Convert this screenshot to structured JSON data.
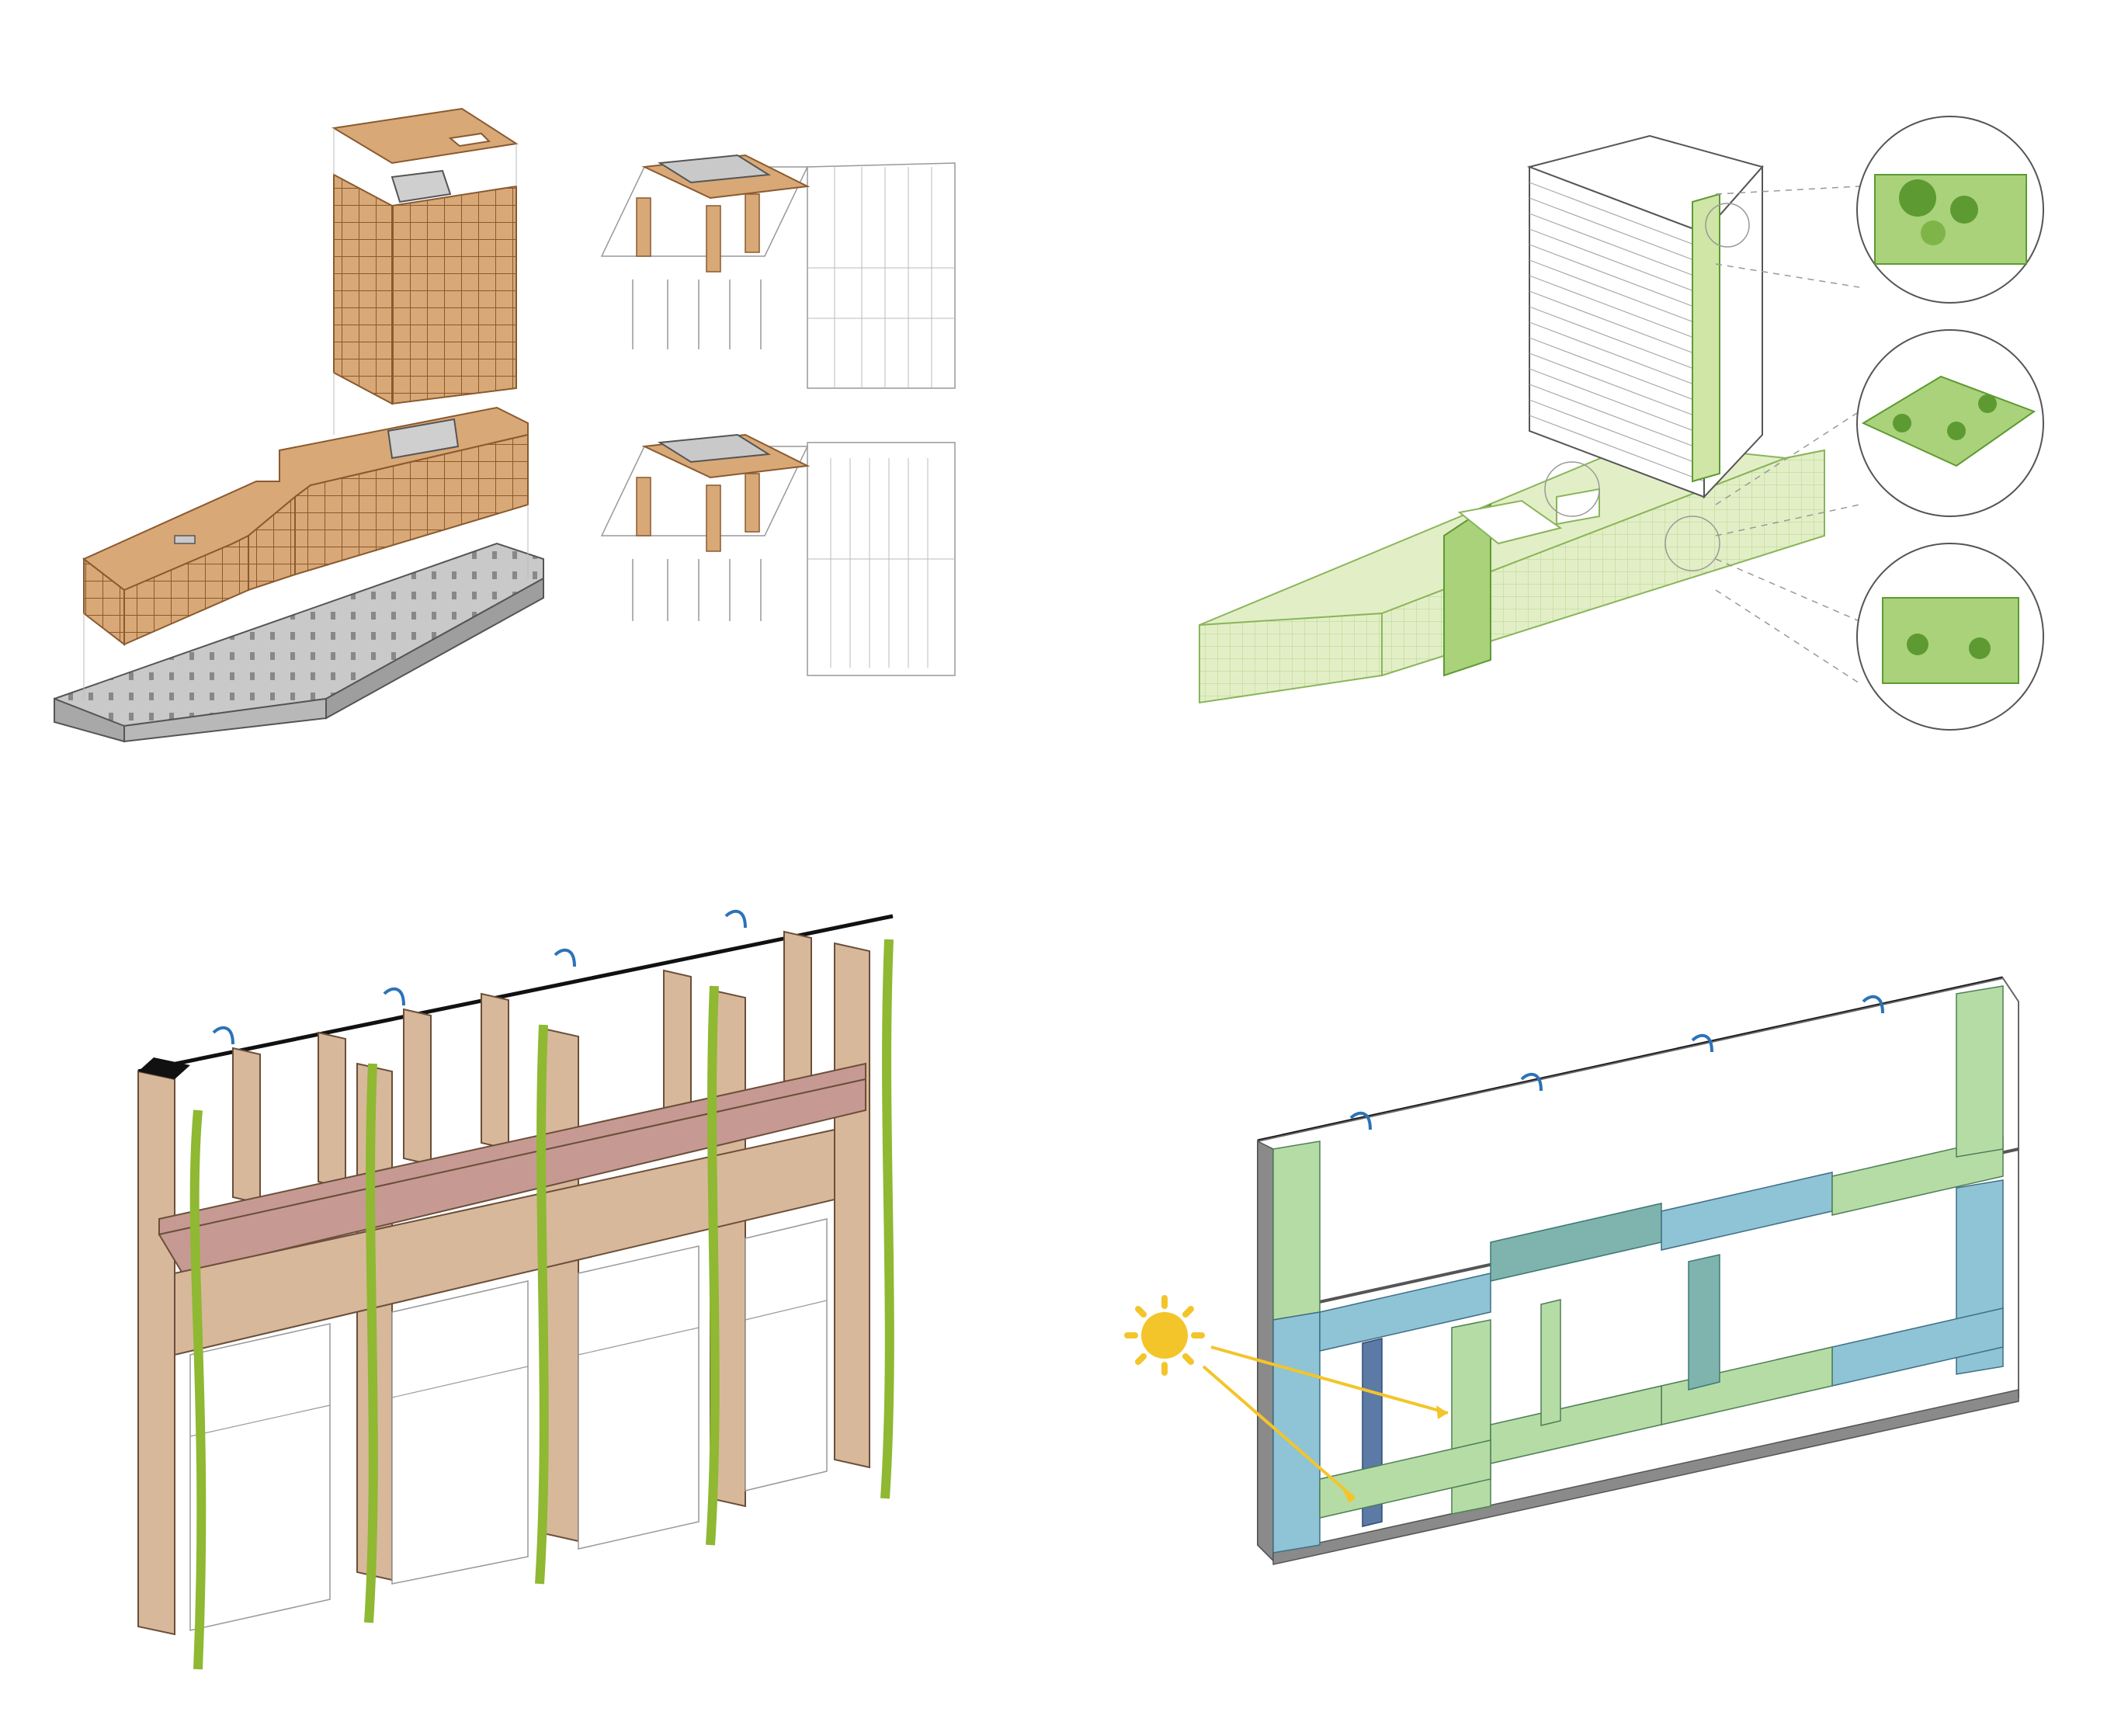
{
  "diagram": {
    "panels": [
      {
        "id": "timber-structure",
        "icon": "exploded-timber-tower-axonometric"
      },
      {
        "id": "green-spaces",
        "icon": "landscape-callout-axonometric"
      },
      {
        "id": "vine-facade",
        "icon": "climbing-plant-facade-axonometric"
      },
      {
        "id": "solar-facade",
        "icon": "solar-shading-facade-axonometric"
      }
    ],
    "colors": {
      "timber": "#d9a877",
      "timber_line": "#8a5a2f",
      "concrete": "#c9c9c9",
      "green_light": "#e2efc6",
      "green_mid": "#a9d27a",
      "green_dark": "#5e9a32",
      "vine": "#8fb833",
      "leaf": "#b7d35a",
      "beam": "#c69a92",
      "column": "#d8b89a",
      "airflow": "#2d72b8",
      "sun": "#f3c52b",
      "panel_blue": "#8fc3d6",
      "panel_green": "#b6dca6",
      "panel_navy": "#5b7aa6",
      "panel_teal": "#7fb3ad",
      "frame": "#8a8a8a"
    }
  }
}
